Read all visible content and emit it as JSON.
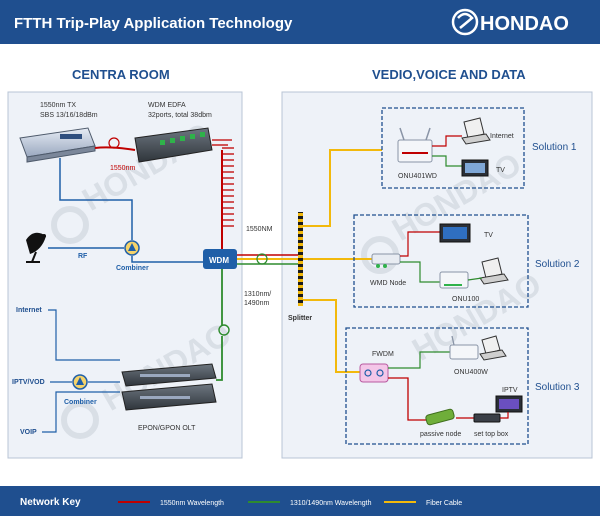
{
  "header": {
    "title": "FTTH Trip-Play Application Technology",
    "brand": "HONDAO"
  },
  "colors": {
    "header_bg": "#1f4f8f",
    "section_title": "#1f4f8f",
    "wavelength_1550": "#c00000",
    "wavelength_1310_1490": "#2e8b2e",
    "fiber_cable": "#f2b90c",
    "wdm_box": "#1f5fa8",
    "panel_bg": "#eef2f8",
    "panel_border": "#b8c4d6",
    "solution_border": "#1f4f8f"
  },
  "central_room": {
    "title": "CENTRA ROOM",
    "tx_label_1": "1550nm TX",
    "tx_label_2": "SBS 13/16/18dBm",
    "edfa_label_1": "WDM EDFA",
    "edfa_label_2": "32ports, total 38dbm",
    "wavelength_1550": "1550nm",
    "rf_label": "RF",
    "combiner_top": "Combiner",
    "wdm_label": "WDM",
    "internet_label": "Internet",
    "iptv_label": "IPTV/VOD",
    "combiner_bottom": "Combiner",
    "voip_label": "VOIP",
    "olt_label": "EPON/GPON OLT"
  },
  "distribution": {
    "label_1550": "1550NM",
    "label_1310_a": "1310nm/",
    "label_1310_b": "1490nm",
    "splitter_label": "Splitter"
  },
  "vedio_section": {
    "title": "VEDIO,VOICE AND DATA",
    "solution1": {
      "label": "Solution 1",
      "onu": "ONU401WD",
      "internet": "Internet",
      "tv": "TV"
    },
    "solution2": {
      "label": "Solution 2",
      "tv": "TV",
      "node": "WMD Node",
      "onu": "ONU100"
    },
    "solution3": {
      "label": "Solution 3",
      "fwdm": "FWDM",
      "onu": "ONU400W",
      "iptv": "IPTV",
      "passive_node": "passive node",
      "stb": "set top box"
    }
  },
  "network_key": {
    "title": "Network Key",
    "item_1550": "1550nm Wavelength",
    "item_1310": "1310/1490nm Wavelength",
    "item_fiber": "Fiber Cable"
  }
}
